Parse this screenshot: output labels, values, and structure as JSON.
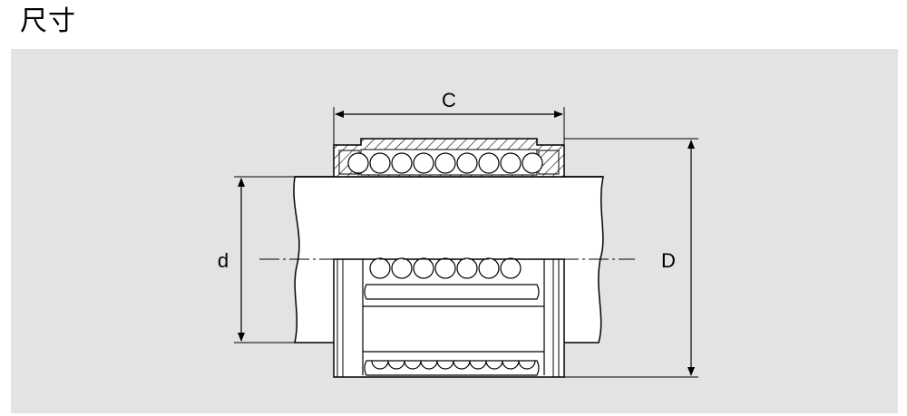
{
  "title": "尺寸",
  "colors": {
    "panel": "#e3e3e3",
    "line": "#000000",
    "fill": "#ffffff"
  },
  "dimensions": {
    "c_label": "C",
    "d_small_label": "d",
    "d_large_label": "D"
  },
  "components": [
    "shaft",
    "outer-sleeve",
    "ball-row-top",
    "ball-row-mid",
    "ball-row-bottom",
    "center-line"
  ]
}
